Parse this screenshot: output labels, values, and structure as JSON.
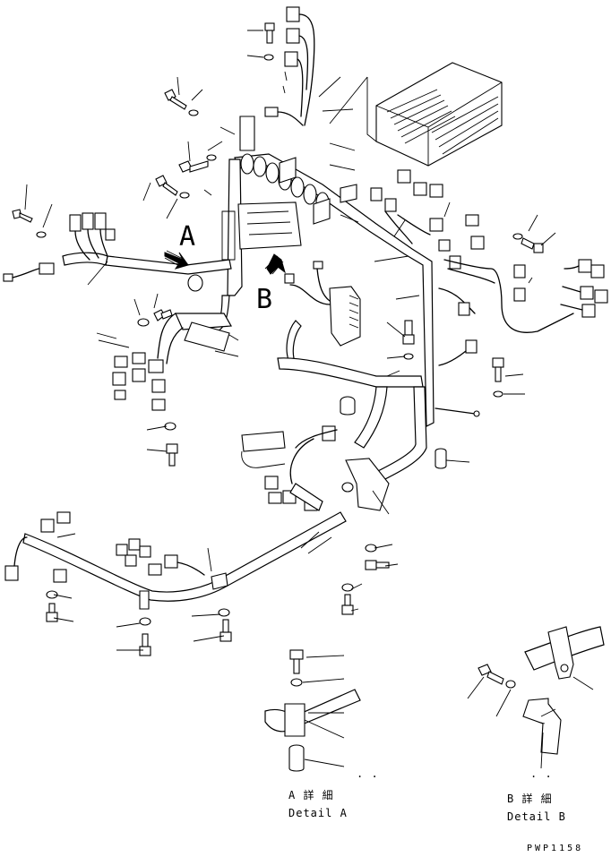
{
  "labels": {
    "view_a": "A",
    "view_b": "B"
  },
  "details": {
    "a_jp": "A 詳 細",
    "a_en": "Detail A",
    "b_jp": "B 詳 細",
    "b_en": "Detail B"
  },
  "drawing_code": "PWP1158"
}
